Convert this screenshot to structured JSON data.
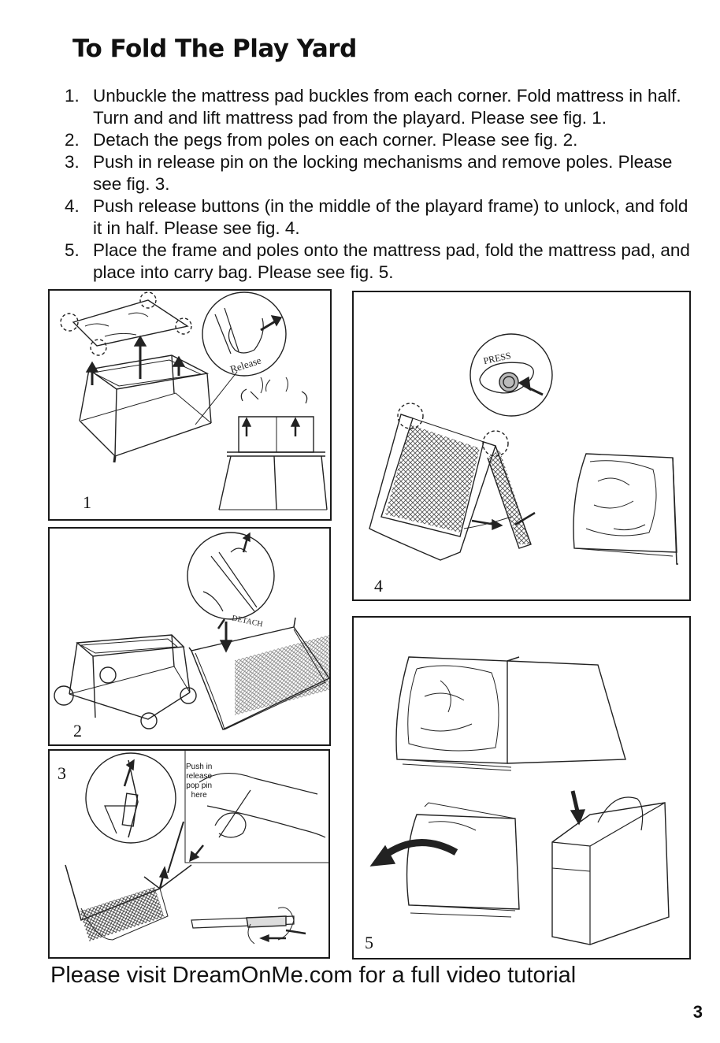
{
  "page": {
    "title": "To Fold The Play Yard",
    "steps": [
      {
        "num": "1.",
        "text": "Unbuckle the mattress pad buckles from each corner. Fold mattress in half. Turn and and lift mattress pad from the playard. Please see fig. 1."
      },
      {
        "num": "2.",
        "text": "Detach the pegs from poles on each corner. Please see fig. 2."
      },
      {
        "num": "3.",
        "text": "Push in release pin on the locking mechanisms and remove poles. Please see fig. 3."
      },
      {
        "num": "4.",
        "text": "Push release buttons (in the middle of the playard frame) to unlock, and fold it in half. Please see fig. 4."
      },
      {
        "num": "5.",
        "text": "Place the frame and poles onto the mattress pad, fold the mattress pad, and place into carry bag. Please see fig. 5."
      }
    ],
    "figures": {
      "fig1": {
        "number": "1",
        "label": "Release"
      },
      "fig2": {
        "number": "2",
        "label": "DETACH"
      },
      "fig3": {
        "number": "3",
        "label_lines": [
          "Push in",
          "release",
          "pop pin",
          "here"
        ]
      },
      "fig4": {
        "number": "4",
        "label": "PRESS"
      },
      "fig5": {
        "number": "5"
      }
    },
    "footer": "Please visit DreamOnMe.com for a full video tutorial",
    "page_number": "3"
  }
}
